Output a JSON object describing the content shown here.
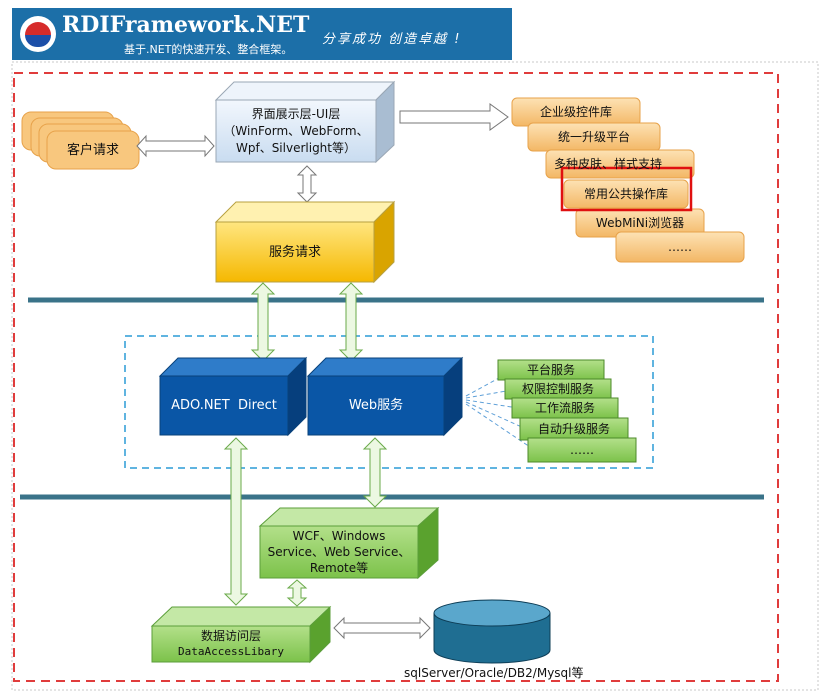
{
  "header": {
    "title": "RDIFramework.NET",
    "subtitle": "基于.NET的快速开发、整合框架。",
    "slogan": "分享成功 创造卓越 !"
  },
  "client": {
    "label": "客户请求"
  },
  "ui_layer": {
    "line1": "界面展示层-UI层",
    "line2": "（WinForm、WebForm、",
    "line3": "Wpf、Silverlight等）"
  },
  "features": [
    "企业级控件库",
    "统一升级平台",
    "多种皮肤、样式支持",
    "常用公共操作库",
    "WebMiNi浏览器",
    "……"
  ],
  "service_request": {
    "label": "服务请求"
  },
  "ado": {
    "label": "ADO.NET  Direct"
  },
  "web_service": {
    "label": "Web服务"
  },
  "platform_services": [
    "平台服务",
    "权限控制服务",
    "工作流服务",
    "自动升级服务",
    "……"
  ],
  "wcf": {
    "line1": "WCF、Windows",
    "line2": "Service、Web Service、",
    "line3": "Remote等"
  },
  "data_access": {
    "line1": "数据访问层",
    "line2": "DataAccessLibary"
  },
  "database": {
    "label": "sqlServer/Oracle/DB2/Mysql等"
  },
  "colors": {
    "banner": "#1c6fa8",
    "outer_dash": "#e03c3c",
    "separator": "#3a7389",
    "ui_box": "#dce8f5",
    "service_request": "#f5c400",
    "blue_box": "#0a56a6",
    "green_box": "#8ccc58",
    "feature_box": "#f8c77e",
    "db": "#1f6e92",
    "highlight": "#e01010"
  }
}
